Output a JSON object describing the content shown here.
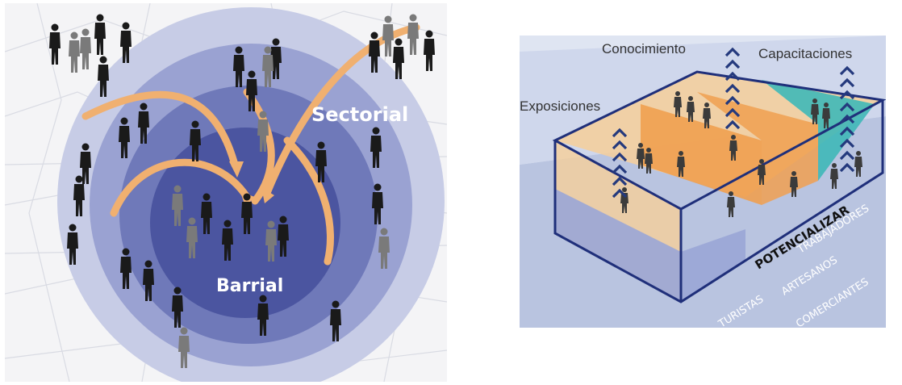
{
  "left_diagram": {
    "labels": {
      "sectorial": "Sectorial",
      "barrial": "Barrial"
    },
    "colors": {
      "outer_ring": "#c7cce6",
      "middle_ring": "#9aa2d2",
      "inner_ring": "#6f79b9",
      "core": "#4b55a0",
      "arrow": "#f0b070",
      "people": "#1a1a1a",
      "people_faded": "#7a7a7a"
    }
  },
  "right_diagram": {
    "top_labels": {
      "conocimiento": "Conocimiento",
      "capacitaciones": "Capacitaciones",
      "exposiciones": "Exposiciones"
    },
    "diagonal_labels": {
      "potencializar": "POTENCIALIZAR",
      "trabajadores": "TRABAJADORES",
      "artesanos": "ARTESANOS",
      "comerciantes": "COMERCIANTES",
      "turistas": "TURISTAS"
    },
    "colors": {
      "background": "#b9c4e0",
      "box_outline": "#1f2f7a",
      "orange": "#f0a050",
      "light_orange": "#f6cf9a",
      "teal": "#3fb8b8",
      "chevron": "#24397d"
    }
  }
}
